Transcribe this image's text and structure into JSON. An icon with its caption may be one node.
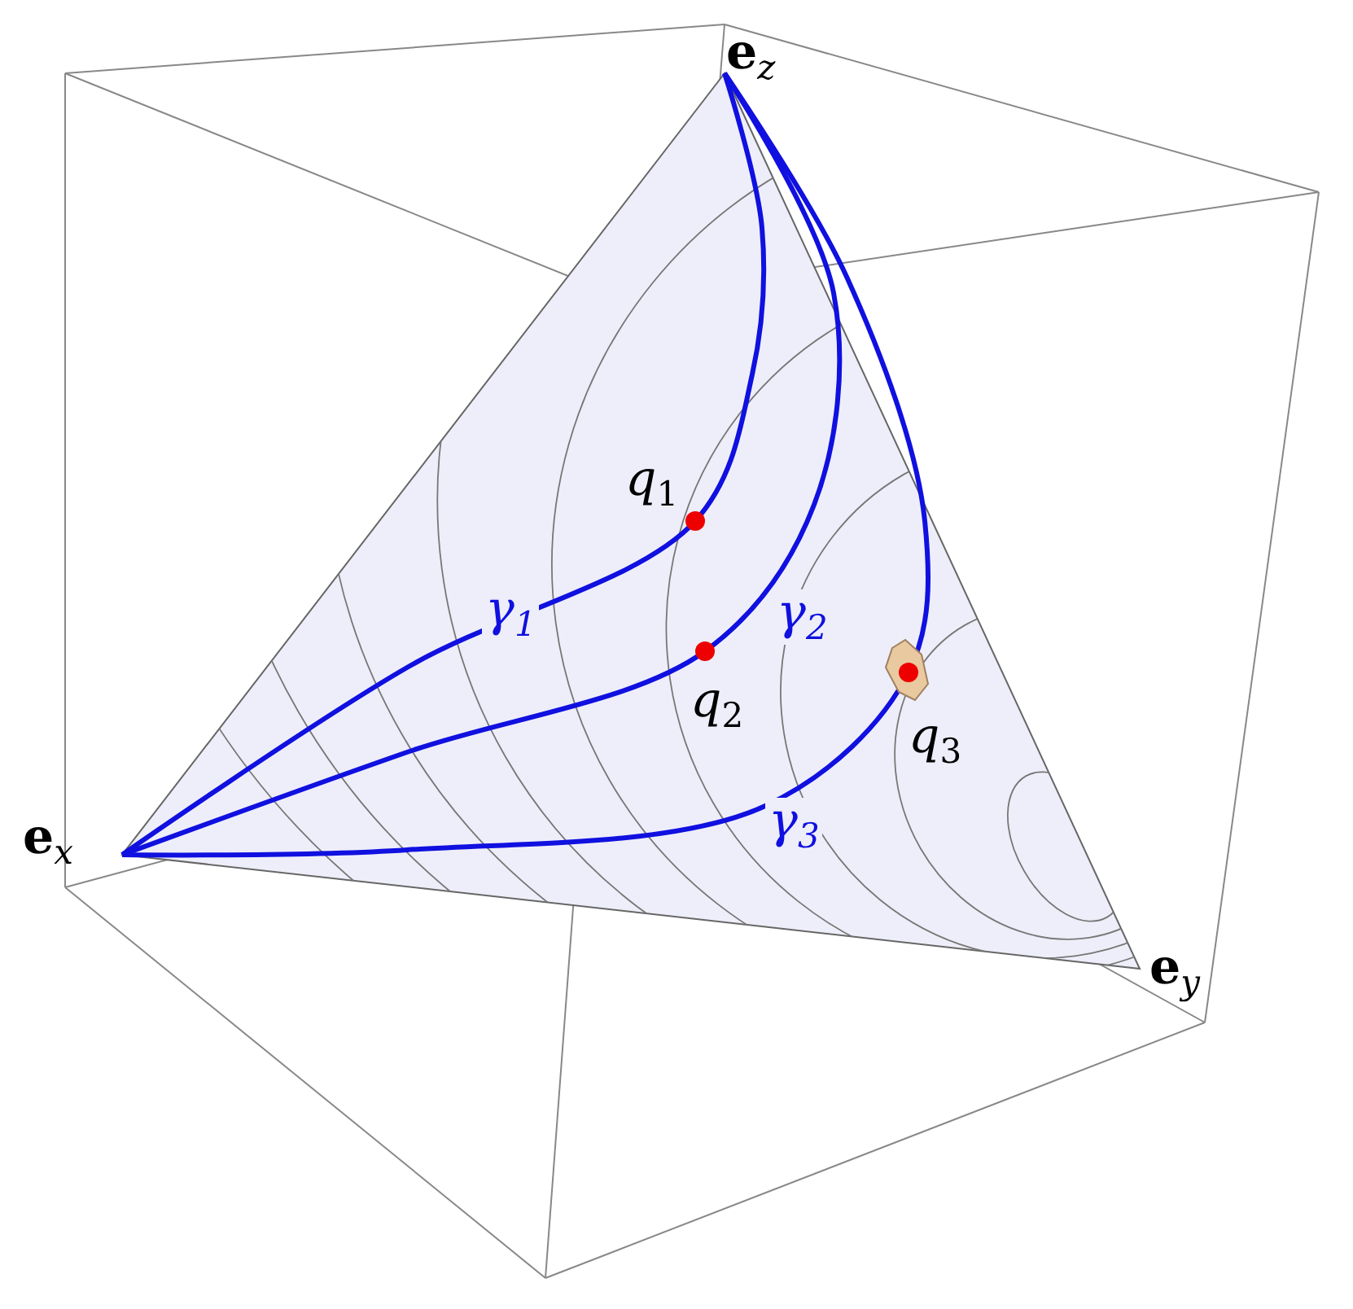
{
  "diagram": {
    "nodes": [
      {
        "text": [
          "**e**$_{z}$"
        ]
      },
      {
        "text": [
          "**e**$_{x}$"
        ]
      },
      {
        "text": [
          "**e**$_{y}$"
        ]
      }
    ],
    "edges": [
      {
        "from": 1,
        "to": 0,
        "arrow": "none",
        "label": "*γ*$_{1}$"
      },
      {
        "from": 1,
        "to": 0,
        "arrow": "none",
        "label": "*γ*$_{2}$"
      },
      {
        "from": 1,
        "to": 0,
        "arrow": "none",
        "label": "*γ*$_{3}$"
      }
    ],
    "labels": [
      "*q*$_{1}$",
      "*q*$_{2}$",
      "*q*$_{3}$"
    ]
  }
}
